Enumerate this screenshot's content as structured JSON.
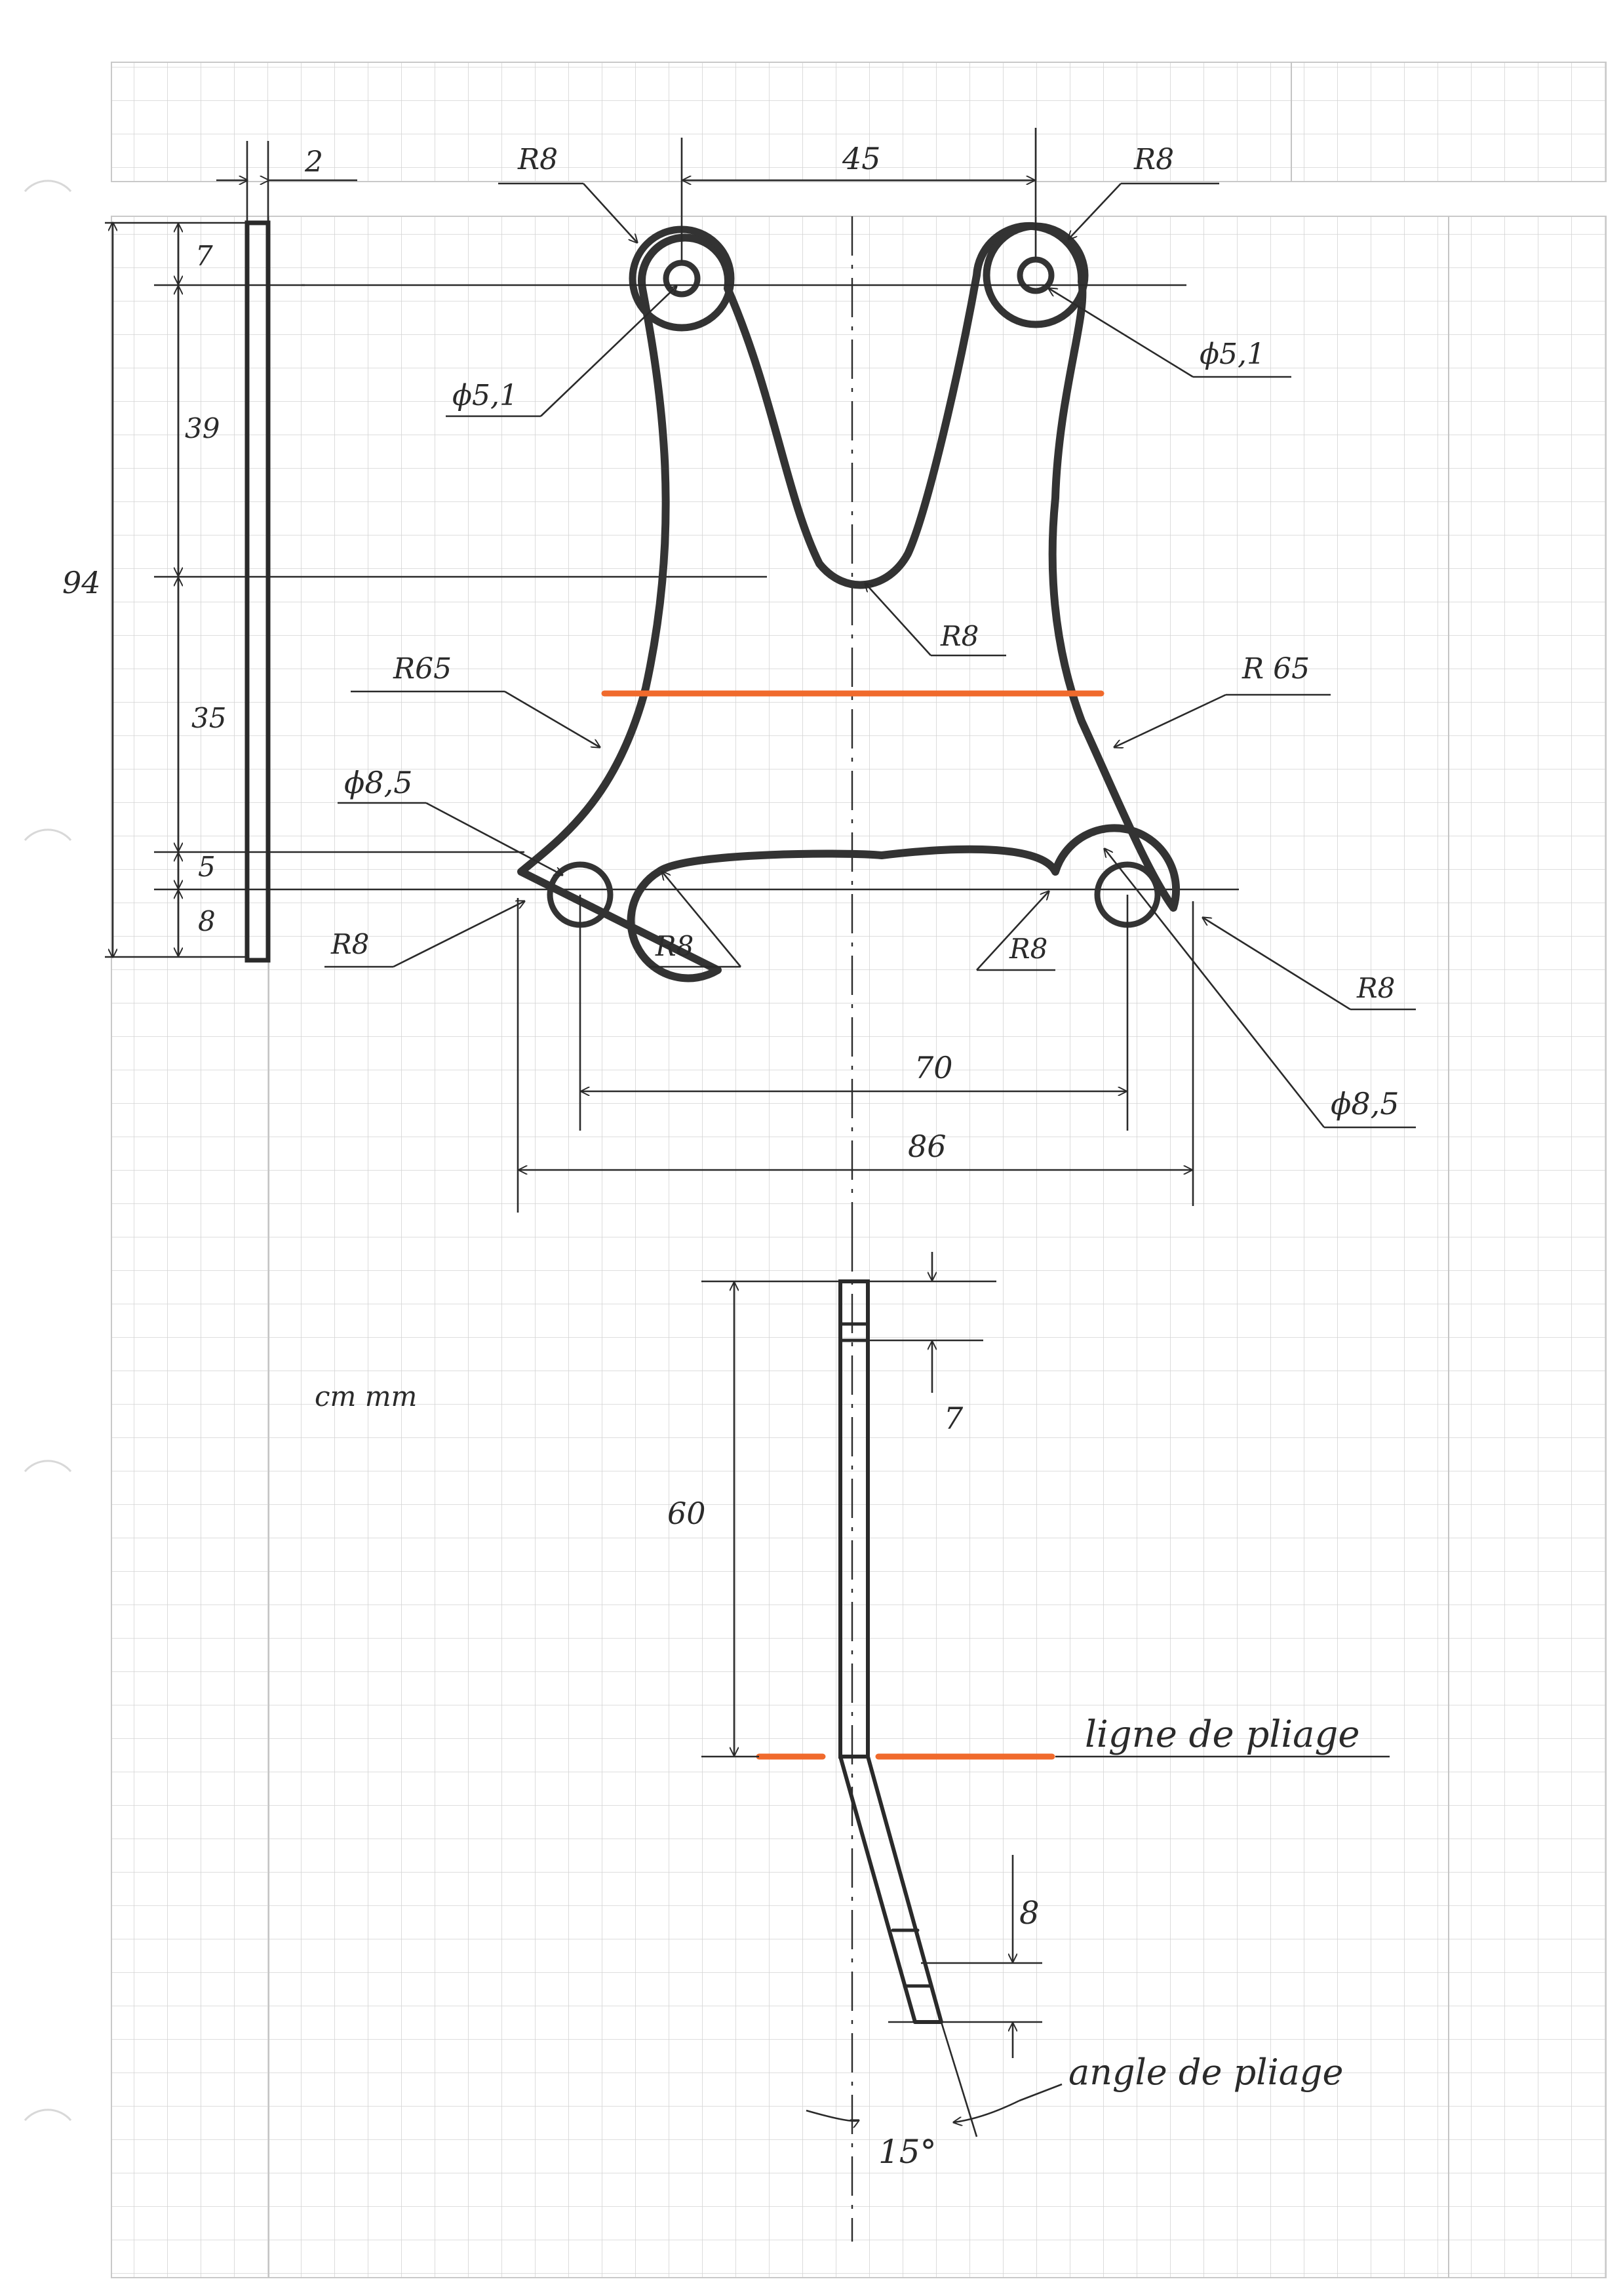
{
  "units_note": "cm  mm",
  "dims": {
    "thickness": "2",
    "hole_spacing_top": "45",
    "top_radius_left": "R8",
    "top_radius_right": "R8",
    "top_hole_left": "ϕ5,1",
    "top_hole_right": "ϕ5,1",
    "overall_height": "94",
    "seg_7": "7",
    "seg_39": "39",
    "seg_35": "35",
    "seg_5": "5",
    "seg_8": "8",
    "notch_radius": "R8",
    "side_radius_left": "R65",
    "side_radius_right": "R 65",
    "bottom_hole_left": "ϕ8,5",
    "bottom_hole_right": "ϕ8,5",
    "corner_radius_left": "R8",
    "inner_radius_left": "R8",
    "inner_radius_right": "R8",
    "corner_radius_right": "R8",
    "bottom_hole_spacing": "70",
    "overall_width": "86",
    "side_60": "60",
    "side_7": "7",
    "side_8": "8",
    "bend_angle": "15°"
  },
  "labels": {
    "fold_line": "ligne de pliage",
    "fold_angle": "angle de pliage"
  },
  "colors": {
    "grid": "#cfcfcf",
    "ink": "#2a2a2a",
    "fold_line": "#f06a2c"
  }
}
